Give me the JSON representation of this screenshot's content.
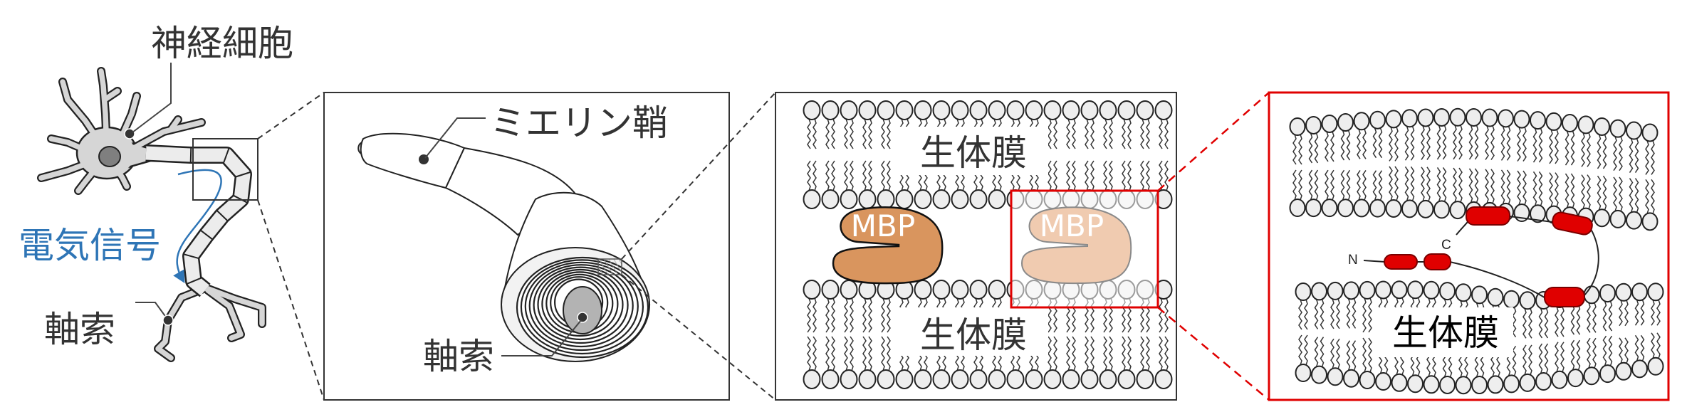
{
  "neuron_panel": {
    "cell_label": "神経細胞",
    "signal_label": "電気信号",
    "axon_label": "軸索"
  },
  "myelin_panel": {
    "sheath_label": "ミエリン鞘",
    "axon_label": "軸索"
  },
  "membrane_panel": {
    "membrane_label_top": "生体膜",
    "membrane_label_bottom": "生体膜",
    "protein_left": "MBP",
    "protein_right": "MBP"
  },
  "detail_panel": {
    "membrane_label": "生体膜",
    "n_terminus": "N",
    "c_terminus": "C"
  },
  "colors": {
    "signal_blue": "#2e75b6",
    "highlight_red": "#e00000",
    "mbp_dark": "#d9955e",
    "mbp_light": "#f0cbb0",
    "cell_gray": "#d6d6d6",
    "lipid_head": "#eeeeee"
  }
}
